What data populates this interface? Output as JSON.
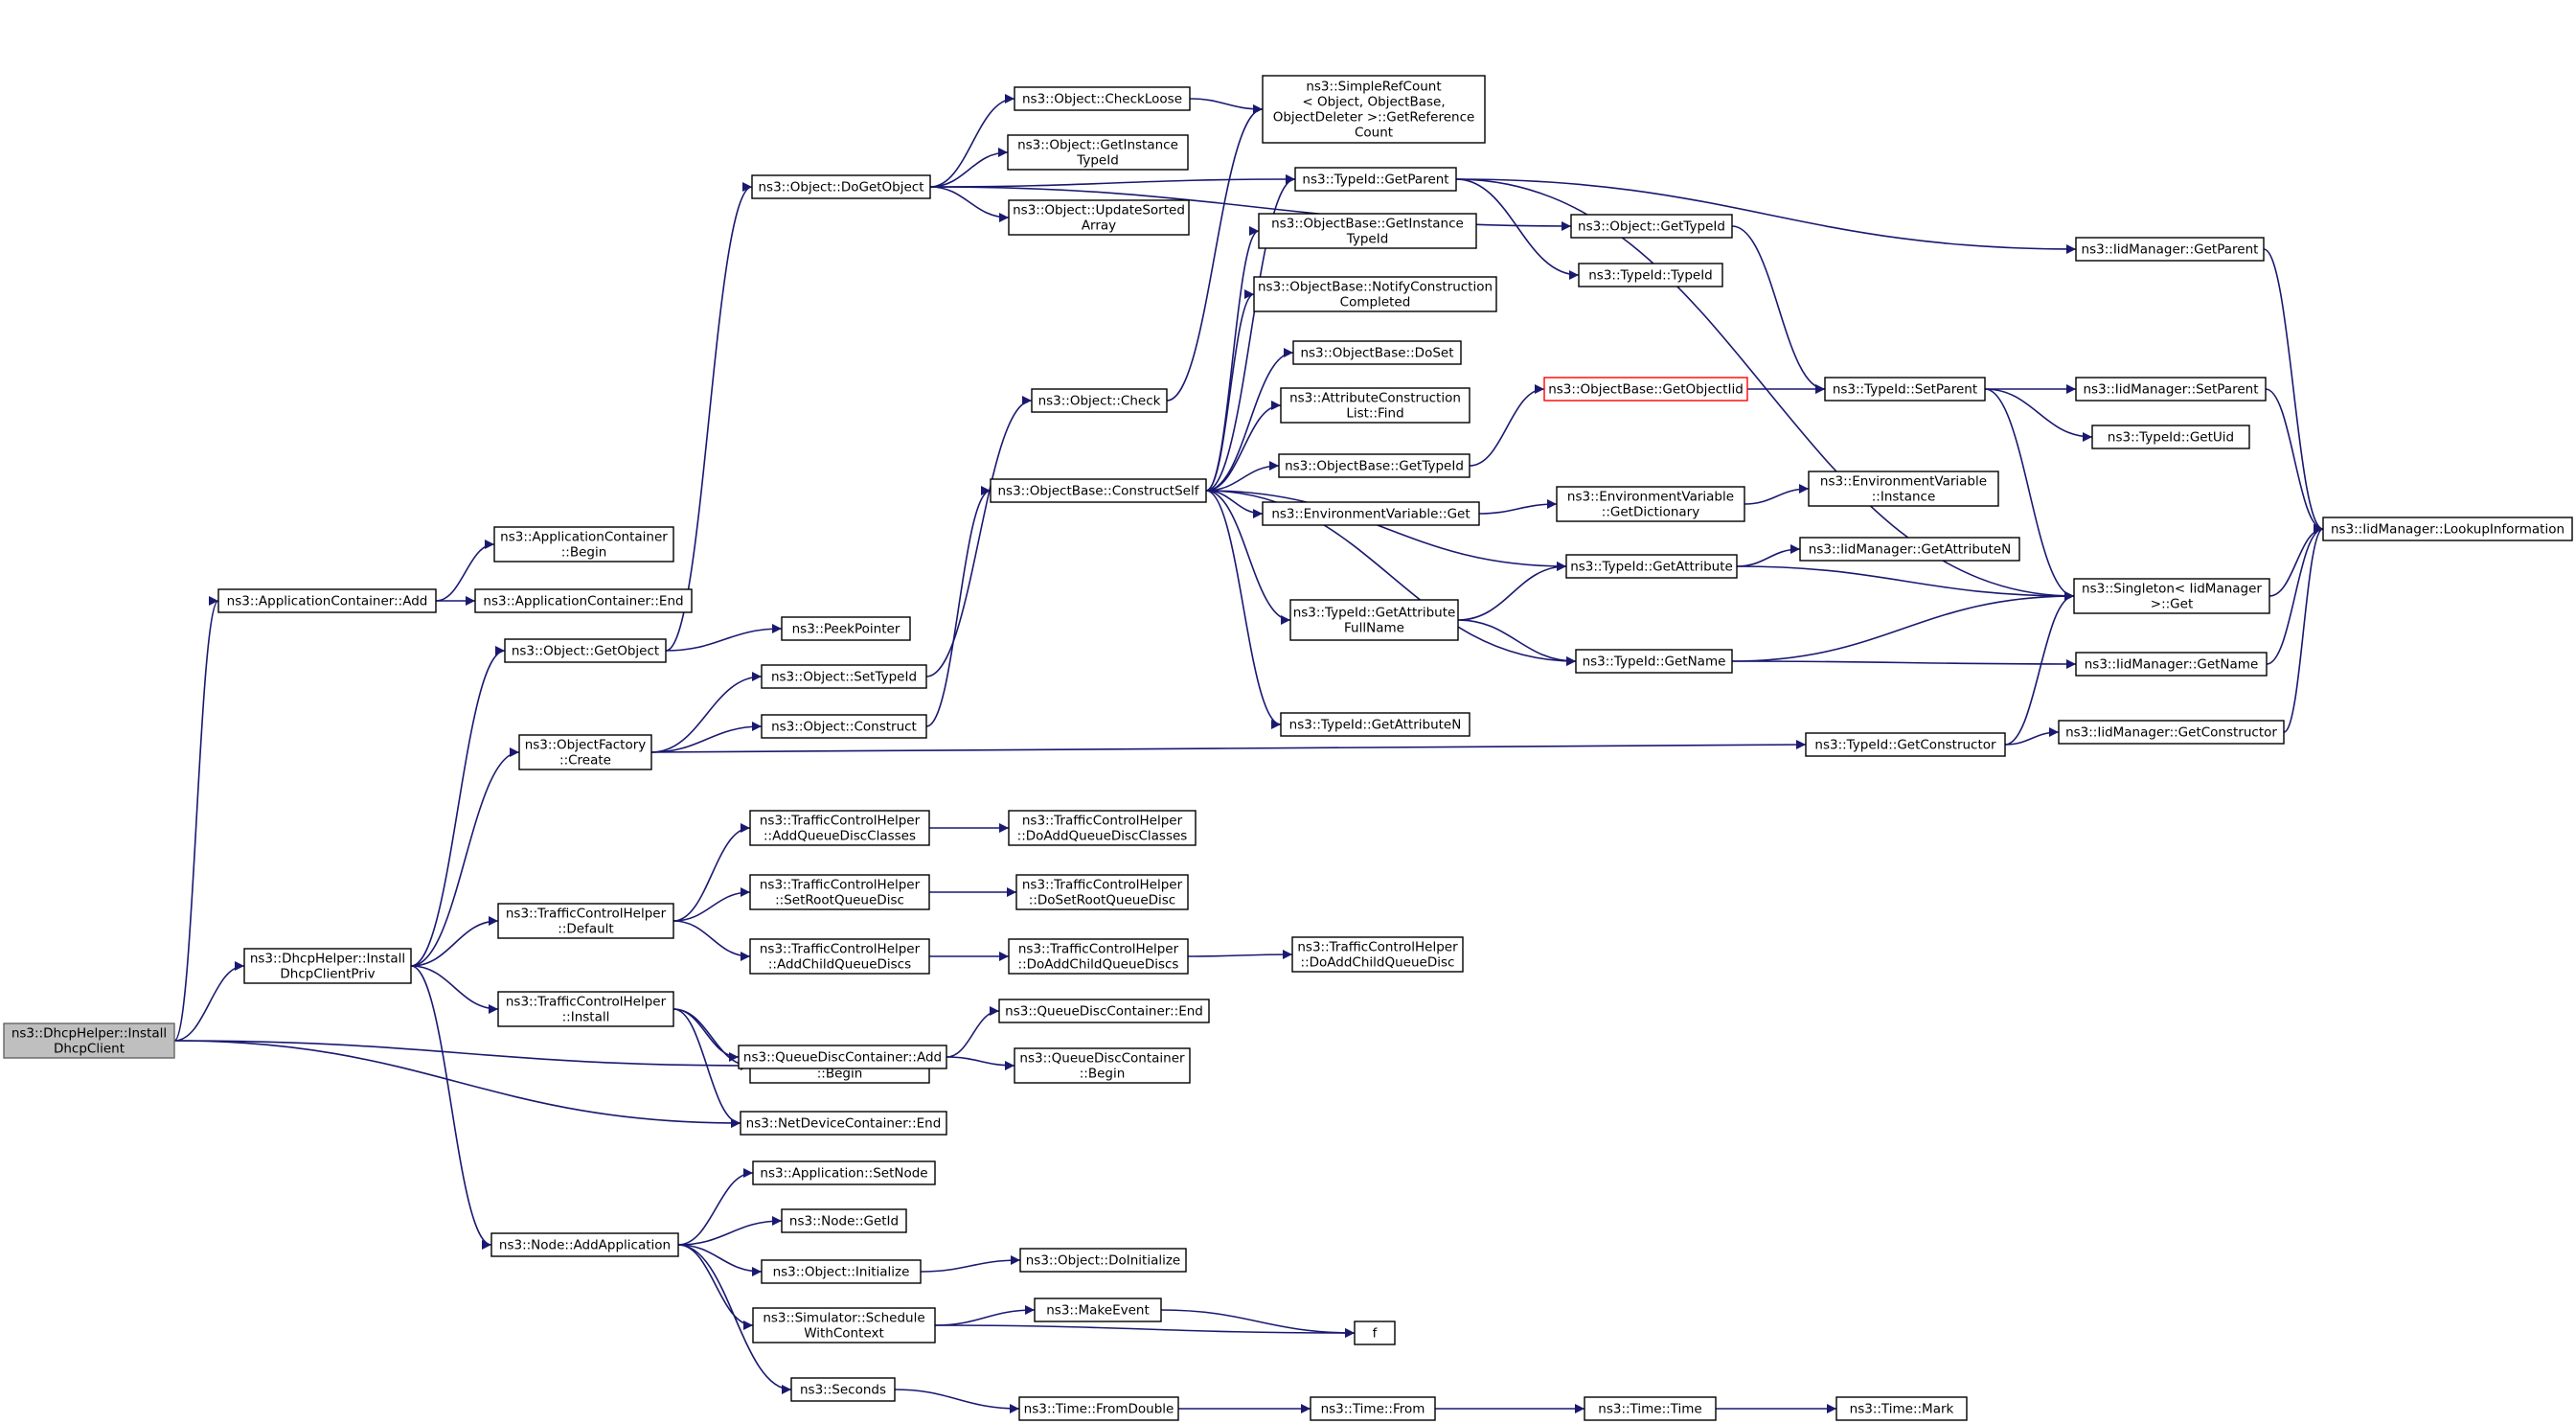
{
  "colors": {
    "edge": "#191970",
    "node_border": "#000000",
    "root_fill": "#bfbfbf",
    "root_border": "#666666",
    "truncated_border": "#ff0000",
    "background": "#ffffff"
  },
  "graph": {
    "direction": "left-to-right",
    "nodes": [
      {
        "id": "root",
        "lines": [
          "ns3::DhcpHelper::Install",
          "DhcpClient"
        ],
        "style": "root"
      },
      {
        "id": "appAdd",
        "lines": [
          "ns3::ApplicationContainer::Add"
        ]
      },
      {
        "id": "dhcpPriv",
        "lines": [
          "ns3::DhcpHelper::Install",
          "DhcpClientPriv"
        ]
      },
      {
        "id": "ndcBegin",
        "lines": [
          "ns3::NetDeviceContainer",
          "::Begin"
        ]
      },
      {
        "id": "ndcEnd",
        "lines": [
          "ns3::NetDeviceContainer::End"
        ]
      },
      {
        "id": "appBegin",
        "lines": [
          "ns3::ApplicationContainer",
          "::Begin"
        ]
      },
      {
        "id": "appEnd",
        "lines": [
          "ns3::ApplicationContainer::End"
        ]
      },
      {
        "id": "objGetObject",
        "lines": [
          "ns3::Object::GetObject"
        ]
      },
      {
        "id": "ofCreate",
        "lines": [
          "ns3::ObjectFactory",
          "::Create"
        ]
      },
      {
        "id": "tchDefault",
        "lines": [
          "ns3::TrafficControlHelper",
          "::Default"
        ]
      },
      {
        "id": "tchInstall",
        "lines": [
          "ns3::TrafficControlHelper",
          "::Install"
        ]
      },
      {
        "id": "nodeAddApp",
        "lines": [
          "ns3::Node::AddApplication"
        ]
      },
      {
        "id": "doGetObject",
        "lines": [
          "ns3::Object::DoGetObject"
        ]
      },
      {
        "id": "peekPointer",
        "lines": [
          "ns3::PeekPointer"
        ]
      },
      {
        "id": "objSetTypeId",
        "lines": [
          "ns3::Object::SetTypeId"
        ]
      },
      {
        "id": "objConstruct",
        "lines": [
          "ns3::Object::Construct"
        ]
      },
      {
        "id": "tchAddQDC",
        "lines": [
          "ns3::TrafficControlHelper",
          "::AddQueueDiscClasses"
        ]
      },
      {
        "id": "tchSetRoot",
        "lines": [
          "ns3::TrafficControlHelper",
          "::SetRootQueueDisc"
        ]
      },
      {
        "id": "tchAddChild",
        "lines": [
          "ns3::TrafficControlHelper",
          "::AddChildQueueDiscs"
        ]
      },
      {
        "id": "qdcAdd",
        "lines": [
          "ns3::QueueDiscContainer::Add"
        ]
      },
      {
        "id": "appSetNode",
        "lines": [
          "ns3::Application::SetNode"
        ]
      },
      {
        "id": "nodeGetId",
        "lines": [
          "ns3::Node::GetId"
        ]
      },
      {
        "id": "objInit",
        "lines": [
          "ns3::Object::Initialize"
        ]
      },
      {
        "id": "simSchedule",
        "lines": [
          "ns3::Simulator::Schedule",
          "WithContext"
        ]
      },
      {
        "id": "seconds",
        "lines": [
          "ns3::Seconds"
        ]
      },
      {
        "id": "checkLoose",
        "lines": [
          "ns3::Object::CheckLoose"
        ]
      },
      {
        "id": "getInstTid",
        "lines": [
          "ns3::Object::GetInstance",
          "TypeId"
        ]
      },
      {
        "id": "updSorted",
        "lines": [
          "ns3::Object::UpdateSorted",
          "Array"
        ]
      },
      {
        "id": "objCheck",
        "lines": [
          "ns3::Object::Check"
        ]
      },
      {
        "id": "constructSelf",
        "lines": [
          "ns3::ObjectBase::ConstructSelf"
        ]
      },
      {
        "id": "tchDoAddQDC",
        "lines": [
          "ns3::TrafficControlHelper",
          "::DoAddQueueDiscClasses"
        ]
      },
      {
        "id": "tchDoSetRoot",
        "lines": [
          "ns3::TrafficControlHelper",
          "::DoSetRootQueueDisc"
        ]
      },
      {
        "id": "tchDoAddChild",
        "lines": [
          "ns3::TrafficControlHelper",
          "::DoAddChildQueueDiscs"
        ]
      },
      {
        "id": "qdcEnd",
        "lines": [
          "ns3::QueueDiscContainer::End"
        ]
      },
      {
        "id": "qdcBegin",
        "lines": [
          "ns3::QueueDiscContainer",
          "::Begin"
        ]
      },
      {
        "id": "objDoInit",
        "lines": [
          "ns3::Object::DoInitialize"
        ]
      },
      {
        "id": "makeEvent",
        "lines": [
          "ns3::MakeEvent"
        ]
      },
      {
        "id": "f",
        "lines": [
          "f"
        ]
      },
      {
        "id": "timeFromDouble",
        "lines": [
          "ns3::Time::FromDouble"
        ]
      },
      {
        "id": "simpleRef",
        "lines": [
          "ns3::SimpleRefCount",
          "< Object, ObjectBase,",
          "ObjectDeleter >::GetReference",
          "Count"
        ]
      },
      {
        "id": "tidGetParent",
        "lines": [
          "ns3::TypeId::GetParent"
        ]
      },
      {
        "id": "obGetInstTid",
        "lines": [
          "ns3::ObjectBase::GetInstance",
          "TypeId"
        ]
      },
      {
        "id": "obNotify",
        "lines": [
          "ns3::ObjectBase::NotifyConstruction",
          "Completed"
        ]
      },
      {
        "id": "obDoSet",
        "lines": [
          "ns3::ObjectBase::DoSet"
        ]
      },
      {
        "id": "attrFind",
        "lines": [
          "ns3::AttributeConstruction",
          "List::Find"
        ]
      },
      {
        "id": "obGetTid",
        "lines": [
          "ns3::ObjectBase::GetTypeId"
        ]
      },
      {
        "id": "envGet",
        "lines": [
          "ns3::EnvironmentVariable::Get"
        ]
      },
      {
        "id": "tidGetAttrFull",
        "lines": [
          "ns3::TypeId::GetAttribute",
          "FullName"
        ]
      },
      {
        "id": "tidGetAttrN",
        "lines": [
          "ns3::TypeId::GetAttributeN"
        ]
      },
      {
        "id": "tchDoAddChild2",
        "lines": [
          "ns3::TrafficControlHelper",
          "::DoAddChildQueueDisc"
        ]
      },
      {
        "id": "timeFrom",
        "lines": [
          "ns3::Time::From"
        ]
      },
      {
        "id": "objGetTid",
        "lines": [
          "ns3::Object::GetTypeId"
        ]
      },
      {
        "id": "tidTypeId",
        "lines": [
          "ns3::TypeId::TypeId"
        ]
      },
      {
        "id": "obGetObjectIid",
        "lines": [
          "ns3::ObjectBase::GetObjectIid"
        ],
        "style": "truncated"
      },
      {
        "id": "envGetDict",
        "lines": [
          "ns3::EnvironmentVariable",
          "::GetDictionary"
        ]
      },
      {
        "id": "tidGetAttr",
        "lines": [
          "ns3::TypeId::GetAttribute"
        ]
      },
      {
        "id": "tidGetName",
        "lines": [
          "ns3::TypeId::GetName"
        ]
      },
      {
        "id": "tidGetCtor",
        "lines": [
          "ns3::TypeId::GetConstructor"
        ]
      },
      {
        "id": "timeTime",
        "lines": [
          "ns3::Time::Time"
        ]
      },
      {
        "id": "tidSetParent",
        "lines": [
          "ns3::TypeId::SetParent"
        ]
      },
      {
        "id": "envInstance",
        "lines": [
          "ns3::EnvironmentVariable",
          "::Instance"
        ]
      },
      {
        "id": "iidGetAttrN",
        "lines": [
          "ns3::IidManager::GetAttributeN"
        ]
      },
      {
        "id": "timeMark",
        "lines": [
          "ns3::Time::Mark"
        ]
      },
      {
        "id": "iidGetParent",
        "lines": [
          "ns3::IidManager::GetParent"
        ]
      },
      {
        "id": "iidSetParent",
        "lines": [
          "ns3::IidManager::SetParent"
        ]
      },
      {
        "id": "tidGetUid",
        "lines": [
          "ns3::TypeId::GetUid"
        ]
      },
      {
        "id": "singletonGet",
        "lines": [
          "ns3::Singleton< IidManager",
          " >::Get"
        ]
      },
      {
        "id": "iidGetName",
        "lines": [
          "ns3::IidManager::GetName"
        ]
      },
      {
        "id": "iidGetCtor",
        "lines": [
          "ns3::IidManager::GetConstructor"
        ]
      },
      {
        "id": "iidLookup",
        "lines": [
          "ns3::IidManager::LookupInformation"
        ]
      }
    ],
    "edges": [
      [
        "root",
        "appAdd"
      ],
      [
        "root",
        "dhcpPriv"
      ],
      [
        "root",
        "ndcBegin"
      ],
      [
        "root",
        "ndcEnd"
      ],
      [
        "appAdd",
        "appBegin"
      ],
      [
        "appAdd",
        "appEnd"
      ],
      [
        "dhcpPriv",
        "objGetObject"
      ],
      [
        "dhcpPriv",
        "ofCreate"
      ],
      [
        "dhcpPriv",
        "tchDefault"
      ],
      [
        "dhcpPriv",
        "tchInstall"
      ],
      [
        "dhcpPriv",
        "nodeAddApp"
      ],
      [
        "objGetObject",
        "doGetObject"
      ],
      [
        "objGetObject",
        "peekPointer"
      ],
      [
        "doGetObject",
        "checkLoose"
      ],
      [
        "doGetObject",
        "getInstTid"
      ],
      [
        "doGetObject",
        "updSorted"
      ],
      [
        "doGetObject",
        "tidGetParent"
      ],
      [
        "doGetObject",
        "objGetTid"
      ],
      [
        "checkLoose",
        "simpleRef"
      ],
      [
        "ofCreate",
        "objSetTypeId"
      ],
      [
        "ofCreate",
        "objConstruct"
      ],
      [
        "ofCreate",
        "tidGetCtor"
      ],
      [
        "objSetTypeId",
        "objCheck"
      ],
      [
        "objCheck",
        "simpleRef"
      ],
      [
        "objConstruct",
        "constructSelf"
      ],
      [
        "constructSelf",
        "tidGetParent"
      ],
      [
        "constructSelf",
        "obGetInstTid"
      ],
      [
        "constructSelf",
        "obNotify"
      ],
      [
        "constructSelf",
        "obDoSet"
      ],
      [
        "constructSelf",
        "attrFind"
      ],
      [
        "constructSelf",
        "obGetTid"
      ],
      [
        "constructSelf",
        "envGet"
      ],
      [
        "constructSelf",
        "tidGetAttr"
      ],
      [
        "constructSelf",
        "tidGetAttrFull"
      ],
      [
        "constructSelf",
        "tidGetName"
      ],
      [
        "constructSelf",
        "tidGetAttrN"
      ],
      [
        "tidGetParent",
        "tidTypeId"
      ],
      [
        "tidGetParent",
        "iidGetParent"
      ],
      [
        "tidGetParent",
        "singletonGet"
      ],
      [
        "obGetTid",
        "obGetObjectIid"
      ],
      [
        "obGetObjectIid",
        "tidSetParent"
      ],
      [
        "objGetTid",
        "tidSetParent"
      ],
      [
        "tidSetParent",
        "iidSetParent"
      ],
      [
        "tidSetParent",
        "tidGetUid"
      ],
      [
        "tidSetParent",
        "singletonGet"
      ],
      [
        "envGet",
        "envGetDict"
      ],
      [
        "envGetDict",
        "envInstance"
      ],
      [
        "tidGetAttrFull",
        "tidGetAttr"
      ],
      [
        "tidGetAttrFull",
        "tidGetName"
      ],
      [
        "tidGetAttr",
        "iidGetAttrN"
      ],
      [
        "tidGetAttr",
        "singletonGet"
      ],
      [
        "tidGetName",
        "singletonGet"
      ],
      [
        "tidGetName",
        "iidGetName"
      ],
      [
        "tidGetCtor",
        "singletonGet"
      ],
      [
        "tidGetCtor",
        "iidGetCtor"
      ],
      [
        "iidGetParent",
        "iidLookup"
      ],
      [
        "iidSetParent",
        "iidLookup"
      ],
      [
        "singletonGet",
        "iidLookup"
      ],
      [
        "iidGetName",
        "iidLookup"
      ],
      [
        "iidGetCtor",
        "iidLookup"
      ],
      [
        "tchDefault",
        "tchAddQDC"
      ],
      [
        "tchDefault",
        "tchSetRoot"
      ],
      [
        "tchDefault",
        "tchAddChild"
      ],
      [
        "tchAddQDC",
        "tchDoAddQDC"
      ],
      [
        "tchSetRoot",
        "tchDoSetRoot"
      ],
      [
        "tchAddChild",
        "tchDoAddChild"
      ],
      [
        "tchDoAddChild",
        "tchDoAddChild2"
      ],
      [
        "tchInstall",
        "qdcAdd"
      ],
      [
        "tchInstall",
        "ndcBegin"
      ],
      [
        "tchInstall",
        "ndcEnd"
      ],
      [
        "qdcAdd",
        "qdcEnd"
      ],
      [
        "qdcAdd",
        "qdcBegin"
      ],
      [
        "nodeAddApp",
        "appSetNode"
      ],
      [
        "nodeAddApp",
        "nodeGetId"
      ],
      [
        "nodeAddApp",
        "objInit"
      ],
      [
        "nodeAddApp",
        "simSchedule"
      ],
      [
        "nodeAddApp",
        "seconds"
      ],
      [
        "objInit",
        "objDoInit"
      ],
      [
        "simSchedule",
        "makeEvent"
      ],
      [
        "simSchedule",
        "f"
      ],
      [
        "makeEvent",
        "f"
      ],
      [
        "seconds",
        "timeFromDouble"
      ],
      [
        "timeFromDouble",
        "timeFrom"
      ],
      [
        "timeFrom",
        "timeTime"
      ],
      [
        "timeTime",
        "timeMark"
      ]
    ]
  }
}
